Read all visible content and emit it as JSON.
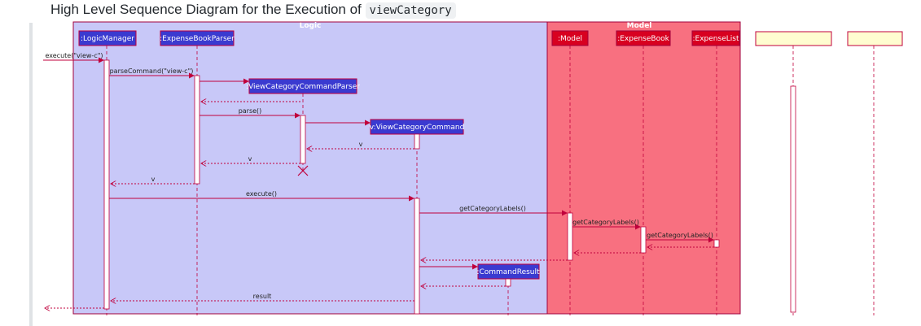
{
  "heading": {
    "prefix": "High Level Sequence Diagram for the Execution of ",
    "code": "viewCategory"
  },
  "boxes": {
    "logic": "Logic",
    "model": "Model"
  },
  "participants": {
    "logic_manager": ":LogicManager",
    "expense_book_parser": ":ExpenseBookParser",
    "view_category_command_parser": ":ViewCategoryCommandParser",
    "view_category_command": "v:ViewCategoryCommand",
    "command_result": ":CommandResult",
    "model": ":Model",
    "expense_book": ":ExpenseBook",
    "expense_list": ":ExpenseList"
  },
  "messages": {
    "execute_cmd": "execute(\"view-c\")",
    "parse_command": "parseCommand(\"view-c\")",
    "parse": "parse()",
    "return_v_1": "v",
    "return_v_2": "v",
    "return_v_3": "v",
    "execute": "execute()",
    "get_category_labels_1": "getCategoryLabels()",
    "get_category_labels_2": "getCategoryLabels()",
    "get_category_labels_3": "getCategoryLabels()",
    "result": "result"
  },
  "colors": {
    "logic_box": "#c8c8f8",
    "model_box": "#f87080",
    "participant_logic": "#3a3ad0",
    "participant_model": "#d80020",
    "arrow": "#c0003c",
    "note_box": "#fffdd0"
  }
}
